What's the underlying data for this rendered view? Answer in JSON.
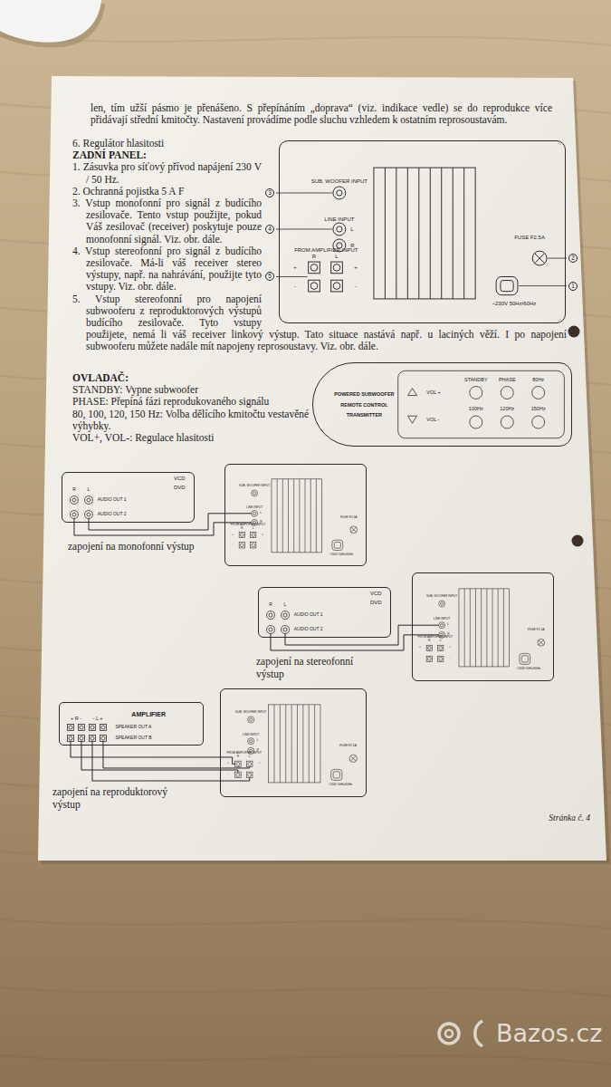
{
  "diagram": {
    "nodes": [
      {
        "text": [
          "SUB. WOOFER INPUT",
          "LINE INPUT",
          "L",
          "R",
          "FROM AMPLIFIER INPUT",
          "R",
          "L",
          "+",
          "+",
          "-",
          "-",
          "FUSE F2.5A",
          "~230V 50Hz/60Hz"
        ]
      },
      {
        "text": [
          "POWERED SUBWOOFER",
          "REMOTE CONTROL",
          "TRANSMITTER",
          "VOL +",
          "VOL -",
          "STANDBY",
          "PHASE",
          "80Hz",
          "100Hz",
          "120Hz",
          "150Hz"
        ]
      },
      {
        "text": [
          "VCD",
          "DVD",
          "R",
          "L",
          "AUDIO OUT 1",
          "AUDIO OUT 2"
        ]
      },
      {
        "text": [
          "SUB. WOOFER INPUT",
          "LINE INPUT",
          "L",
          "R",
          "FROM AMPLIFIER INPUT",
          "R",
          "L",
          "+",
          "+",
          "-",
          "-",
          "FUSE F2.5A",
          "~230V 50Hz/60Hz"
        ]
      },
      {
        "text": [
          "VCD",
          "DVD",
          "R",
          "L",
          "AUDIO OUT 1",
          "AUDIO OUT 2"
        ]
      },
      {
        "text": [
          "SUB. WOOFER INPUT",
          "LINE INPUT",
          "L",
          "R",
          "FROM AMPLIFIER INPUT",
          "R",
          "L",
          "+",
          "+",
          "-",
          "-",
          "FUSE F2.5A",
          "~230V 50Hz/60Hz"
        ]
      },
      {
        "text": [
          "AMPLIFIER",
          "+ R -",
          "- L +",
          "SPEAKER OUT A",
          "SPEAKER OUT B"
        ]
      },
      {
        "text": [
          "SUB. WOOFER INPUT",
          "LINE INPUT",
          "L",
          "R",
          "FROM AMPLIFIER INPUT",
          "R",
          "L",
          "+",
          "+",
          "-",
          "-",
          "FUSE F2.5A",
          "~230V 50Hz/60Hz"
        ]
      }
    ],
    "edges": [
      {
        "from": 2,
        "to": 3,
        "arrow": "none"
      },
      {
        "from": 2,
        "to": 3,
        "arrow": "none"
      },
      {
        "from": 4,
        "to": 5,
        "arrow": "none"
      },
      {
        "from": 4,
        "to": 5,
        "arrow": "none"
      },
      {
        "from": 6,
        "to": 7,
        "arrow": "none"
      },
      {
        "from": 6,
        "to": 7,
        "arrow": "none"
      },
      {
        "from": 6,
        "to": 7,
        "arrow": "none"
      },
      {
        "from": 6,
        "to": 7,
        "arrow": "none"
      }
    ],
    "labels": [
      "len, tím užší pásmo je přenášeno. S přepínáním „doprava“ (viz. indikace vedle) se do reprodukce více přidávají střední kmitočty. Nastavení provádíme podle sluchu vzhledem k ostatním reprosoustavám.",
      "6. Regulátor hlasitosti",
      "ZADNÍ PANEL:",
      "1. Zásuvka pro síťový přívod napájení 230 V / 50 Hz.",
      "2. Ochranná pojistka 5 A F",
      "3. Vstup monofonní pro signál z budícího zesilovače. Tento vstup použijte, pokud Váš zesilovač (receiver) poskytuje pouze monofonní signál. Viz. obr. dále.",
      "4. Vstup stereofonní pro signál z budícího zesilovače. Má-li váš receiver stereo výstupy, např. na nahrávání, použijte tyto vstupy. Viz. obr. dále.",
      "5. Vstup stereofonní pro napojení subwooferu z reproduktorových výstupů budícího zesilovače. Tyto vstupy použijete, nemá li váš receiver linkový výstup. Tato situace nastává např. u laciných věží. I po napojení subwooferu můžete nadále mít napojeny reprosoustavy. Viz. obr. dále.",
      "3",
      "4",
      "5",
      "2",
      "1",
      "OVLADAČ:",
      "STANDBY: Vypne subwoofer",
      "PHASE: Přepíná fázi reprodukovaného signálu",
      "80, 100, 120, 150 Hz: Volba dělícího kmitočtu vestavěné výhybky.",
      "VOL+, VOL-: Regulace hlasitosti",
      "zapojení na monofonní výstup",
      "zapojení na stereofonní výstup",
      "zapojení na reproduktorový výstup",
      "Stránka č. 4",
      "Bazos.cz"
    ]
  }
}
